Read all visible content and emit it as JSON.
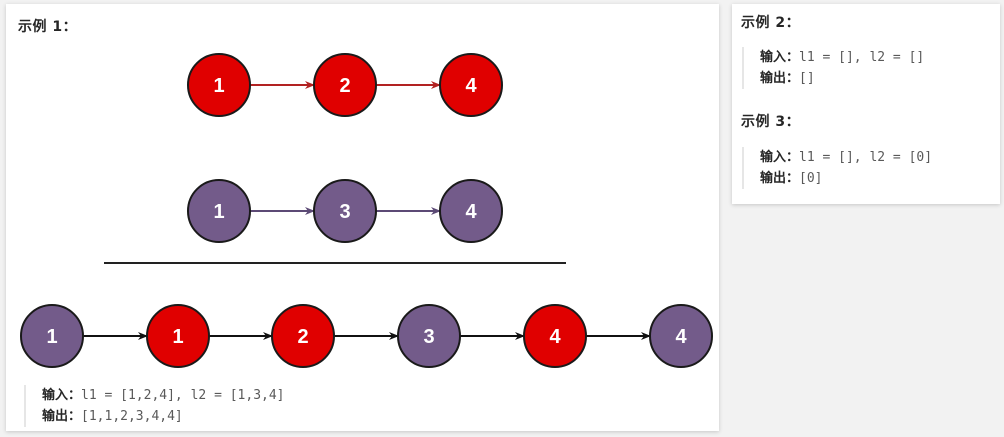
{
  "example1": {
    "title": "示例 1：",
    "list1": {
      "values": [
        "1",
        "2",
        "4"
      ],
      "color": "#e00000",
      "arrow_color": "#b22222"
    },
    "list2": {
      "values": [
        "1",
        "3",
        "4"
      ],
      "color": "#735b8a",
      "arrow_color": "#5c4a75"
    },
    "merged": {
      "nodes": [
        {
          "value": "1",
          "color": "#735b8a"
        },
        {
          "value": "1",
          "color": "#e00000"
        },
        {
          "value": "2",
          "color": "#e00000"
        },
        {
          "value": "3",
          "color": "#735b8a"
        },
        {
          "value": "4",
          "color": "#e00000"
        },
        {
          "value": "4",
          "color": "#735b8a"
        }
      ],
      "arrow_color": "#111111"
    },
    "input_label": "输入：",
    "input_value": "l1 = [1,2,4], l2 = [1,3,4]",
    "output_label": "输出：",
    "output_value": "[1,1,2,3,4,4]"
  },
  "example2": {
    "title": "示例 2：",
    "input_label": "输入：",
    "input_value": "l1 = [], l2 = []",
    "output_label": "输出：",
    "output_value": "[]"
  },
  "example3": {
    "title": "示例 3：",
    "input_label": "输入：",
    "input_value": "l1 = [], l2 = [0]",
    "output_label": "输出：",
    "output_value": "[0]"
  },
  "colors": {
    "node_stroke": "#1a1a1a",
    "divider": "#222222",
    "node_text": "#ffffff"
  }
}
